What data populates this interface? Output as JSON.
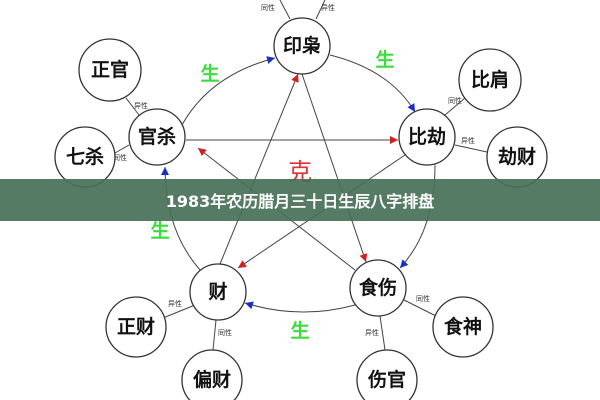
{
  "title": "1983年农历腊月三十日生辰八字排盘",
  "center_label": "克",
  "relation_label": "生",
  "main_nodes": [
    "印枭",
    "比劫",
    "食伤",
    "财",
    "官杀"
  ],
  "sub_nodes": {
    "印枭": [],
    "比劫": [
      "比肩",
      "劫财"
    ],
    "食伤": [
      "食神",
      "伤官"
    ],
    "财": [
      "正财",
      "偏财"
    ],
    "官杀": [
      "正官",
      "七杀"
    ]
  },
  "edge_labels": {
    "same": "同性",
    "different": "异性"
  },
  "colors": {
    "sheng": "#3ddc3d",
    "ke": "#dd3333",
    "sheng_arrow": "#1a2fc8",
    "ke_arrow": "#d42020",
    "banner": "#467058"
  }
}
